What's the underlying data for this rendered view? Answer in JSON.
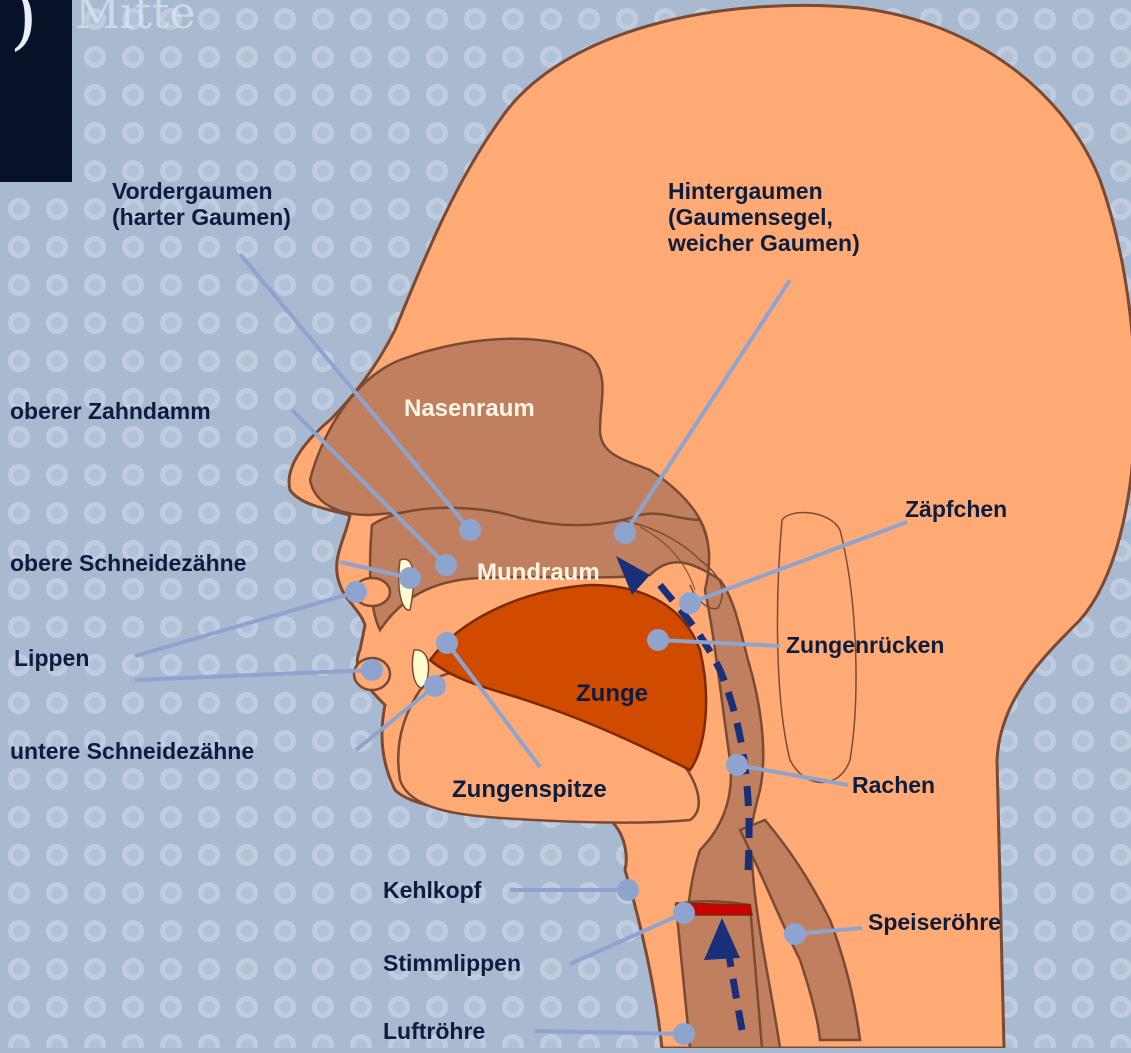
{
  "colors": {
    "background": "#a9b9d0",
    "skin": "#ffaa75",
    "cavity": "#c0805f",
    "tongue": "#d04b00",
    "vocal_cords": "#cc0000",
    "arrow": "#1a2f7a",
    "pointer": "#8ea4cf",
    "outline": "#7a4a33"
  },
  "corner_mark": {
    "glyph": ")"
  },
  "background_text": "Mitte",
  "inner_labels": {
    "nasal": "Nasenraum",
    "mouth": "Mundraum",
    "tongue": "Zunge",
    "tongue_tip": "Zungenspitze"
  },
  "labels": {
    "hard_palate": "Vordergaumen\n(harter Gaumen)",
    "soft_palate": "Hintergaumen\n(Gaumensegel,\nweicher Gaumen)",
    "alveolar_ridge": "oberer Zahndamm",
    "upper_incisors": "obere Schneidezähne",
    "lips": "Lippen",
    "lower_incisors": "untere Schneidezähne",
    "uvula": "Zäpfchen",
    "tongue_back": "Zungenrücken",
    "pharynx": "Rachen",
    "larynx": "Kehlkopf",
    "vocal_folds": "Stimmlippen",
    "esophagus": "Speiseröhre",
    "trachea": "Luftröhre"
  }
}
